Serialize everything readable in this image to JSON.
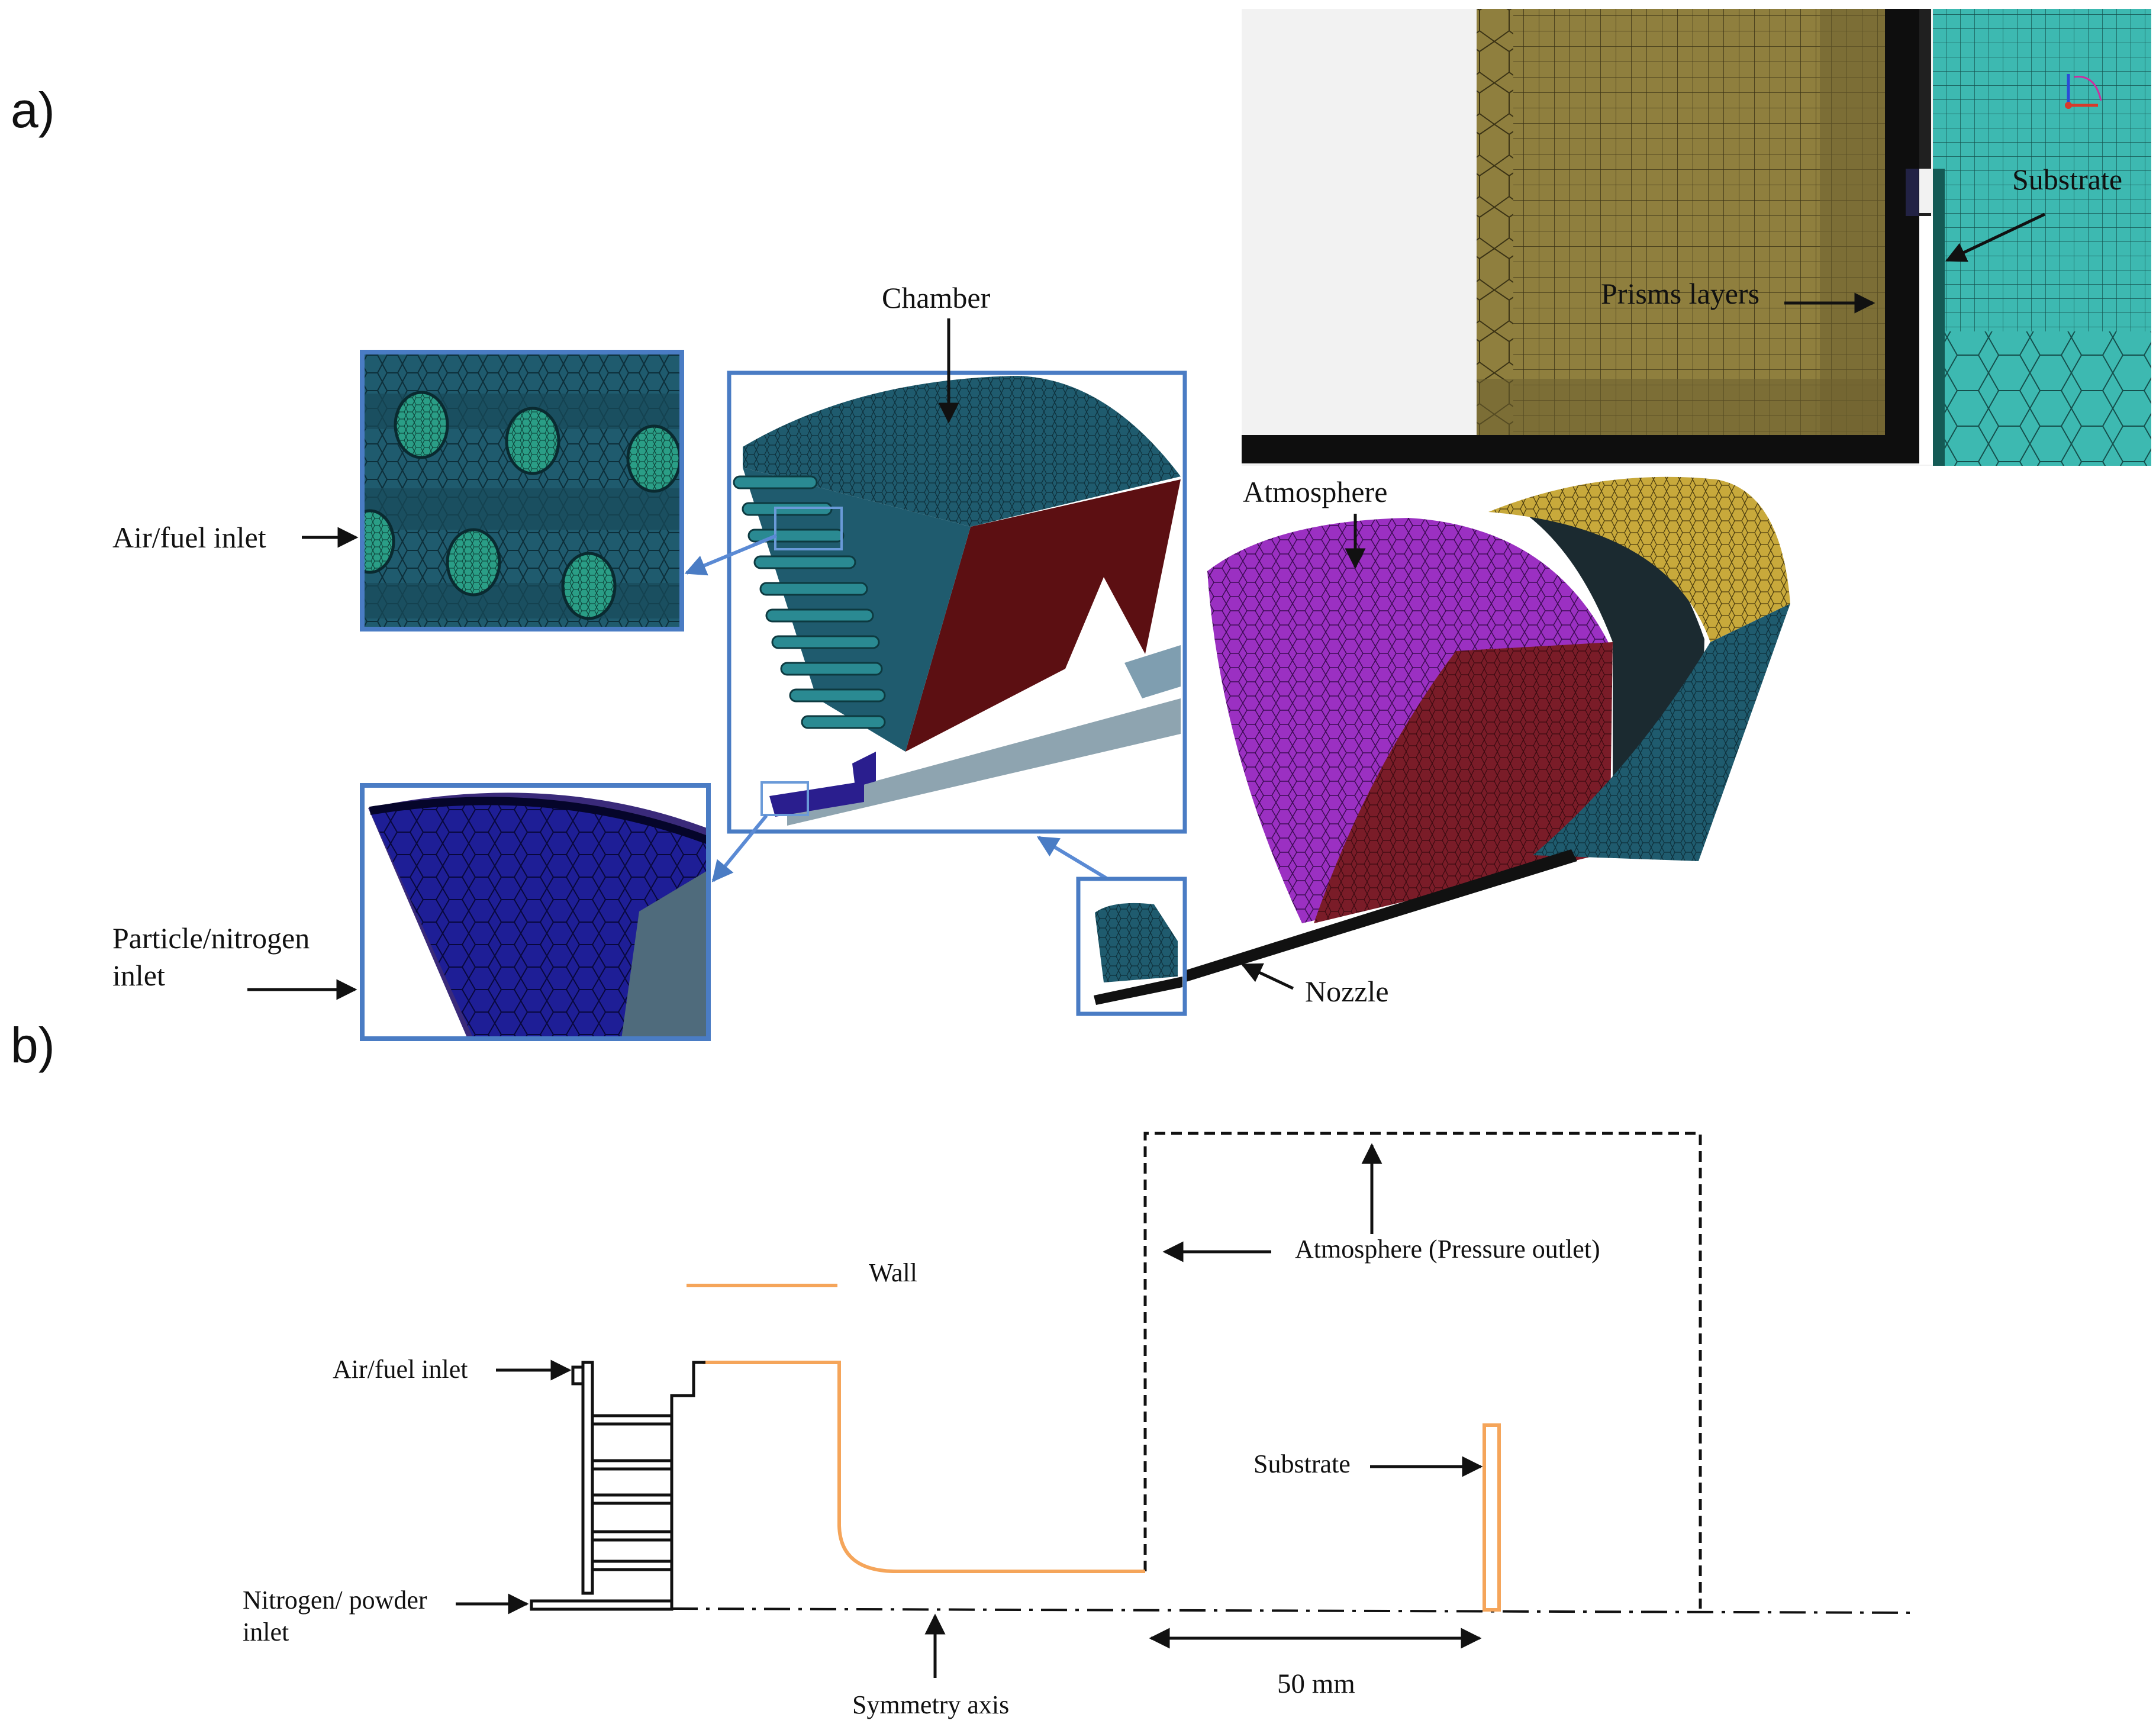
{
  "panels": {
    "a": "a)",
    "b": "b)"
  },
  "panel_a": {
    "labels": {
      "chamber": "Chamber",
      "air_fuel_inlet": "Air/fuel inlet",
      "particle_nitrogen_inlet_line1": "Particle/nitrogen",
      "particle_nitrogen_inlet_line2": "inlet",
      "atmosphere": "Atmosphere",
      "nozzle": "Nozzle",
      "substrate": "Substrate",
      "prisms_layers": "Prisms layers"
    }
  },
  "panel_b": {
    "labels": {
      "wall": "Wall",
      "air_fuel_inlet": "Air/fuel inlet",
      "nitrogen_powder_inlet_line1": "Nitrogen/ powder",
      "nitrogen_powder_inlet_line2": "inlet",
      "atmosphere_pressure_outlet": "Atmosphere (Pressure outlet)",
      "substrate": "Substrate",
      "symmetry_axis": "Symmetry  axis",
      "dimension": "50 mm"
    }
  },
  "colors": {
    "mesh_teal": "#1e5466",
    "mesh_dark_red": "#5a1010",
    "atmosphere_purple": "#9a2fbf",
    "atmosphere_yellow": "#c9a93a",
    "prism_olive": "#8a7a3c",
    "substrate_cyan": "#3cb8b0",
    "inlet_blue": "#1c1c8c",
    "frame_blue": "#4a7cc4",
    "wall_orange": "#f5a55a",
    "black": "#111111"
  }
}
